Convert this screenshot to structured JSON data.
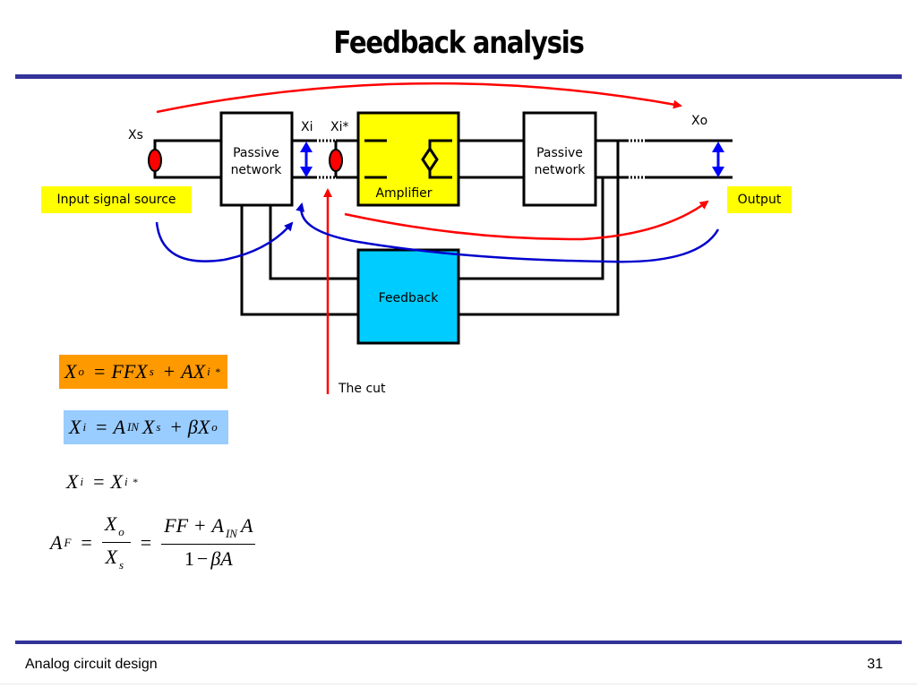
{
  "slide": {
    "title": "Feedback analysis",
    "footer_left": "Analog circuit design",
    "page_number": "31",
    "accent_color": "#333399"
  },
  "diagram": {
    "labels": {
      "xs": "Xs",
      "xi": "Xi",
      "xi_star": "Xi*",
      "xo": "Xo",
      "the_cut": "The cut"
    },
    "blocks": {
      "passive_network_in": [
        "Passive",
        "network"
      ],
      "amplifier": "Amplifier",
      "passive_network_out": [
        "Passive",
        "network"
      ],
      "feedback": "Feedback"
    },
    "tags": {
      "input_source": "Input signal source",
      "output": "Output"
    },
    "colors": {
      "amplifier_fill": "#ffff00",
      "feedback_fill": "#00ccff",
      "source_fill": "#ff0000",
      "arrow_red": "#ff0000",
      "arrow_blue": "#0000cc",
      "tag_fill": "#ffff00"
    },
    "icons": [
      "voltage-source-icon",
      "dependent-source-icon",
      "double-arrow-icon"
    ]
  },
  "equations": {
    "eq1": {
      "lhs": "X",
      "lhs_sub": "o",
      "t1": "FFX",
      "t1_sub": "s",
      "t2": "AX",
      "t2_sub": "i",
      "t2_sup": "*"
    },
    "eq2": {
      "lhs": "X",
      "lhs_sub": "i",
      "t1": "A",
      "t1_sub": "IN",
      "t1b": "X",
      "t1b_sub": "s",
      "t2": "βX",
      "t2_sub": "o"
    },
    "eq3": {
      "lhs": "X",
      "lhs_sub": "i",
      "rhs": "X",
      "rhs_sub": "i",
      "rhs_sup": "*"
    },
    "eq4": {
      "lhs": "A",
      "lhs_sub": "F",
      "f1_num": "X",
      "f1_num_sub": "o",
      "f1_den": "X",
      "f1_den_sub": "s",
      "f2_num_a": "FF",
      "f2_num_b": "A",
      "f2_num_b_sub": "IN",
      "f2_num_c": "A",
      "f2_den_a": "1",
      "f2_den_b": "βA"
    },
    "ops": {
      "eq": "=",
      "plus": "+",
      "minus": "−"
    }
  }
}
